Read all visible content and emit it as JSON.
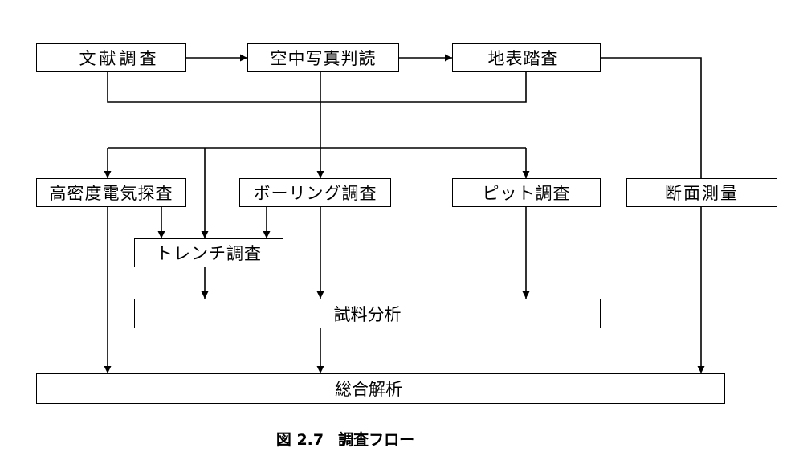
{
  "diagram": {
    "nodes": {
      "literature_survey": "文献調査",
      "aerial_photo_interpretation": "空中写真判読",
      "surface_reconnaissance": "地表踏査",
      "high_density_electrical_survey": "高密度電気探査",
      "boring_survey": "ボーリング調査",
      "pit_survey": "ピット調査",
      "cross_section_survey": "断面測量",
      "trench_survey": "トレンチ調査",
      "sample_analysis": "試料分析",
      "comprehensive_analysis": "総合解析"
    }
  },
  "caption": {
    "figure_number": "図 2.7",
    "title": "調査フロー"
  },
  "colors": {
    "line": "#000000",
    "box_border": "#000000",
    "background": "#ffffff"
  }
}
